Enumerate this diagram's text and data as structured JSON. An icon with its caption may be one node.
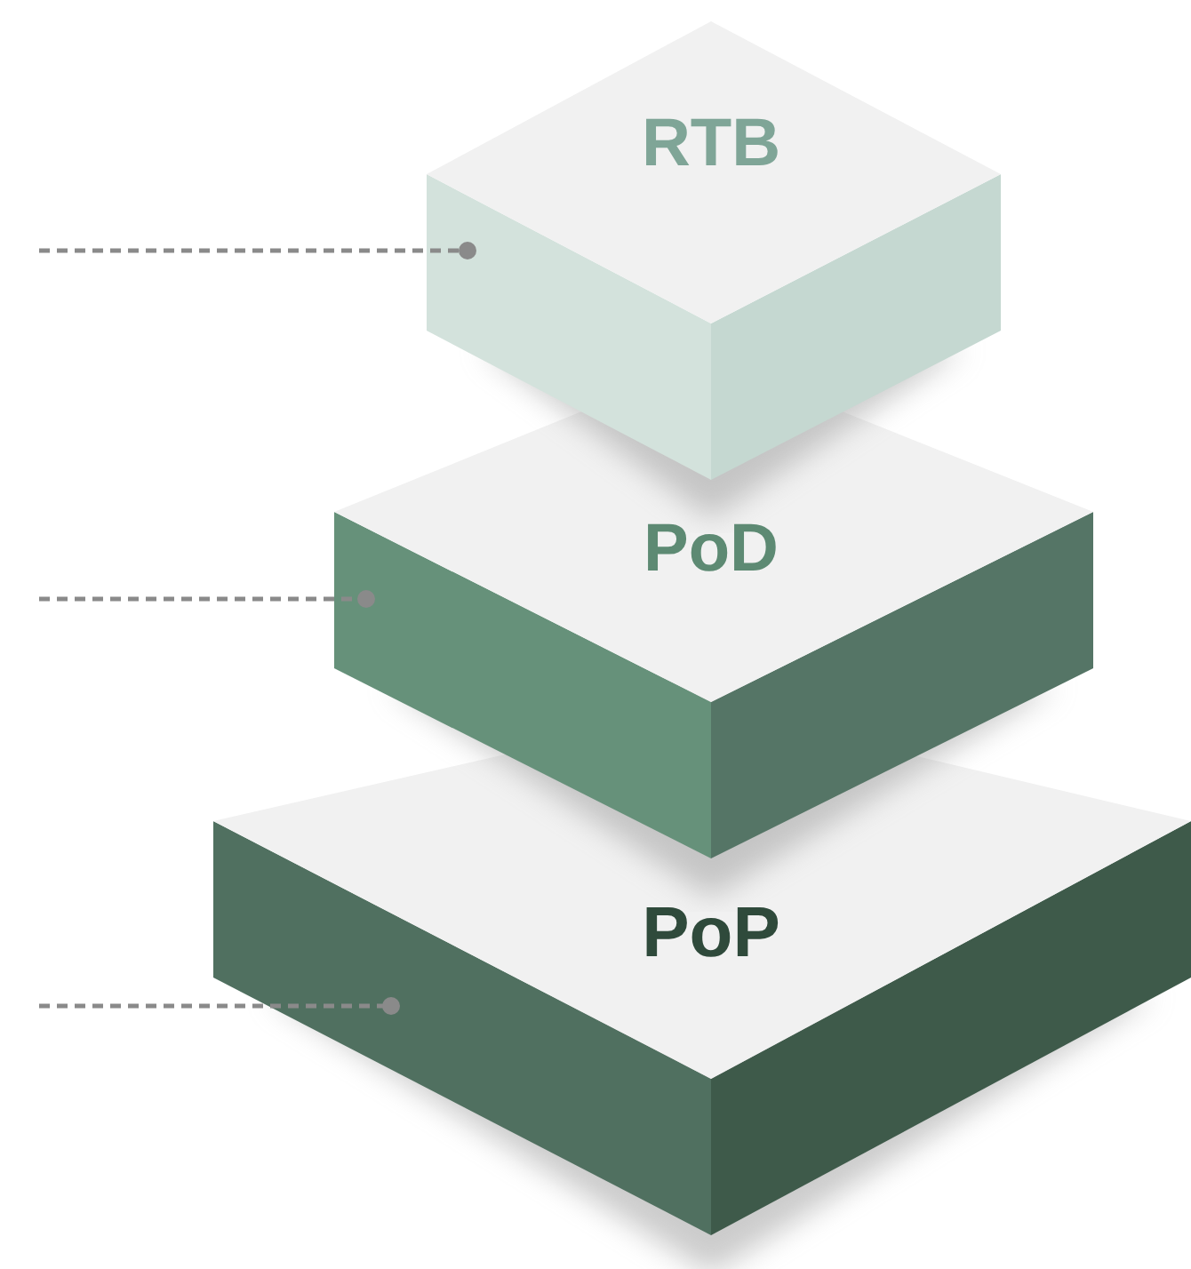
{
  "diagram": {
    "nodes": [
      {
        "text": [
          "RTB"
        ]
      },
      {
        "text": [
          "PoD"
        ]
      },
      {
        "text": [
          "PoP"
        ]
      }
    ],
    "edges": [
      {
        "from": null,
        "to": 0,
        "arrow": "other"
      },
      {
        "from": null,
        "to": 1,
        "arrow": "other"
      },
      {
        "from": null,
        "to": 2,
        "arrow": "other"
      }
    ]
  }
}
